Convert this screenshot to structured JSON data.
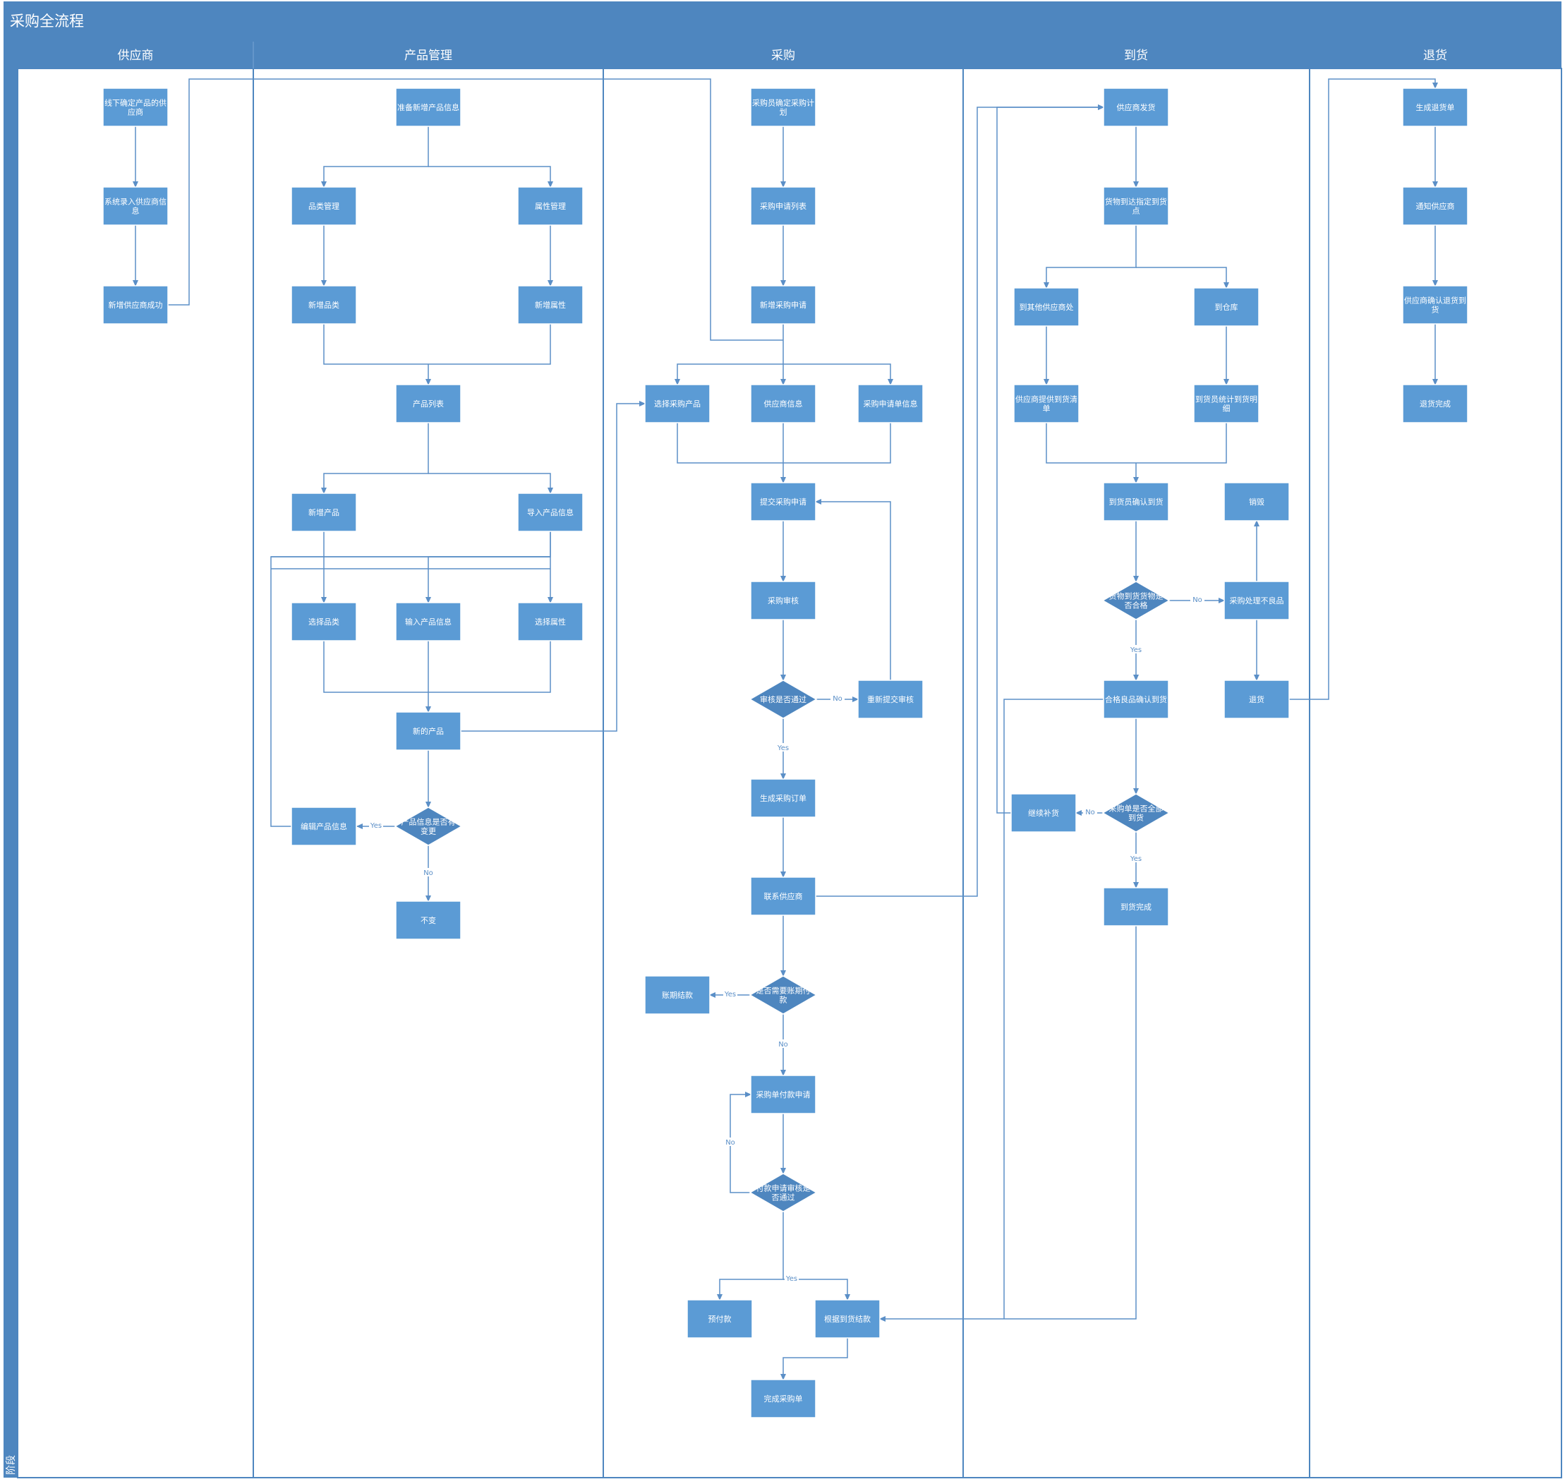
{
  "title": "采购全流程",
  "phase_label": "阶段",
  "lanes": [
    "供应商",
    "产品管理",
    "采购",
    "到货",
    "退货"
  ],
  "nodes": {
    "s1": "线下确定产品的供应商",
    "s2": "系统录入供应商信息",
    "s3": "新增供应商成功",
    "p1": "准备新增产品信息",
    "p2": "品类管理",
    "p3": "属性管理",
    "p4": "新增品类",
    "p5": "新增属性",
    "p6": "产品列表",
    "p7": "新增产品",
    "p8": "导入产品信息",
    "p9": "选择品类",
    "p10": "输入产品信息",
    "p11": "选择属性",
    "p12": "新的产品",
    "p13": "产品信息是否有变更",
    "p14": "编辑产品信息",
    "p15": "不变",
    "c1": "采购员确定采购计划",
    "c2": "采购申请列表",
    "c3": "新增采购申请",
    "c4": "选择采购产品",
    "c5": "供应商信息",
    "c6": "采购申请单信息",
    "c7": "提交采购申请",
    "c8": "采购审核",
    "c9": "审核是否通过",
    "c10": "重新提交审核",
    "c11": "生成采购订单",
    "c12": "联系供应商",
    "c13": "是否需要账期付款",
    "c14": "账期结款",
    "c15": "采购单付款申请",
    "c16": "付款申请审核是否通过",
    "c17": "预付款",
    "c18": "根据到货结款",
    "c19": "完成采购单",
    "d1": "供应商发货",
    "d2": "货物到达指定到货点",
    "d3": "到其他供应商处",
    "d4": "到仓库",
    "d5": "供应商提供到货清单",
    "d6": "到货员统计到货明细",
    "d7": "到货员确认到货",
    "d8": "货物到货货物是否合格",
    "d9": "采购处理不良品",
    "d10": "销毁",
    "d11": "合格良品确认到货",
    "d12": "退货",
    "d13": "采购单是否全部到货",
    "d14": "继续补货",
    "d15": "到货完成",
    "r1": "生成退货单",
    "r2": "通知供应商",
    "r3": "供应商确认退货到货",
    "r4": "退货完成"
  },
  "edge_labels": {
    "yes": "Yes",
    "no": "No"
  },
  "colors": {
    "header": "#4e86bf",
    "node": "#5b9bd5",
    "connector": "#5b8fc7",
    "lane_border": "#4e86bf"
  }
}
